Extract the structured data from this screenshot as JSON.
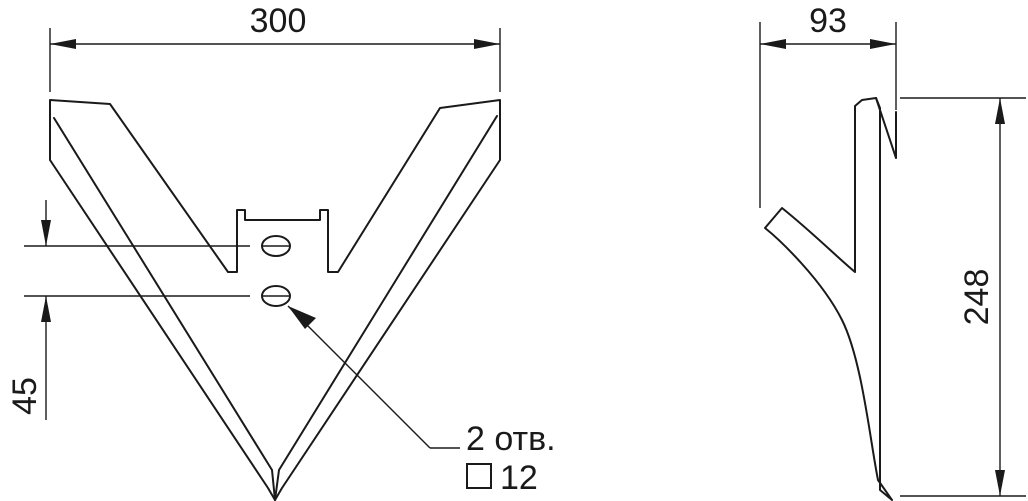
{
  "front_view": {
    "width_dim": "300",
    "hole_spacing_dim": "45",
    "note_line1": "2 отв.",
    "note_line2": "12"
  },
  "side_view": {
    "depth_dim": "93",
    "height_dim": "248"
  }
}
